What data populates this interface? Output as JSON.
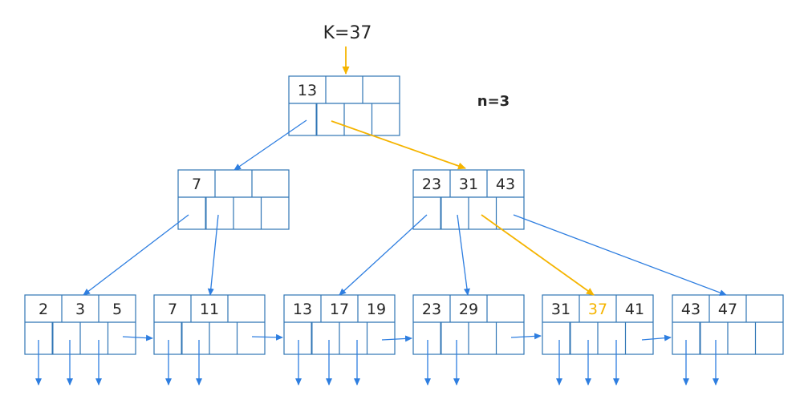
{
  "query": {
    "label": "K=37"
  },
  "order": {
    "label": "n=3"
  },
  "colors": {
    "node": "#2f75b5",
    "pointer": "#2e7ee0",
    "path": "#f5b400",
    "text": "#262626"
  },
  "root": {
    "keys": [
      "13",
      "",
      ""
    ]
  },
  "internal": [
    {
      "keys": [
        "7",
        "",
        ""
      ]
    },
    {
      "keys": [
        "23",
        "31",
        "43"
      ]
    }
  ],
  "leaves": [
    {
      "keys": [
        "2",
        "3",
        "5"
      ],
      "highlight": -1
    },
    {
      "keys": [
        "7",
        "11",
        ""
      ],
      "highlight": -1
    },
    {
      "keys": [
        "13",
        "17",
        "19"
      ],
      "highlight": -1
    },
    {
      "keys": [
        "23",
        "29",
        ""
      ],
      "highlight": -1
    },
    {
      "keys": [
        "31",
        "37",
        "41"
      ],
      "highlight": 1
    },
    {
      "keys": [
        "43",
        "47",
        ""
      ],
      "highlight": -1
    }
  ],
  "search_path": [
    "root",
    "internal-2",
    "leaf-5"
  ]
}
